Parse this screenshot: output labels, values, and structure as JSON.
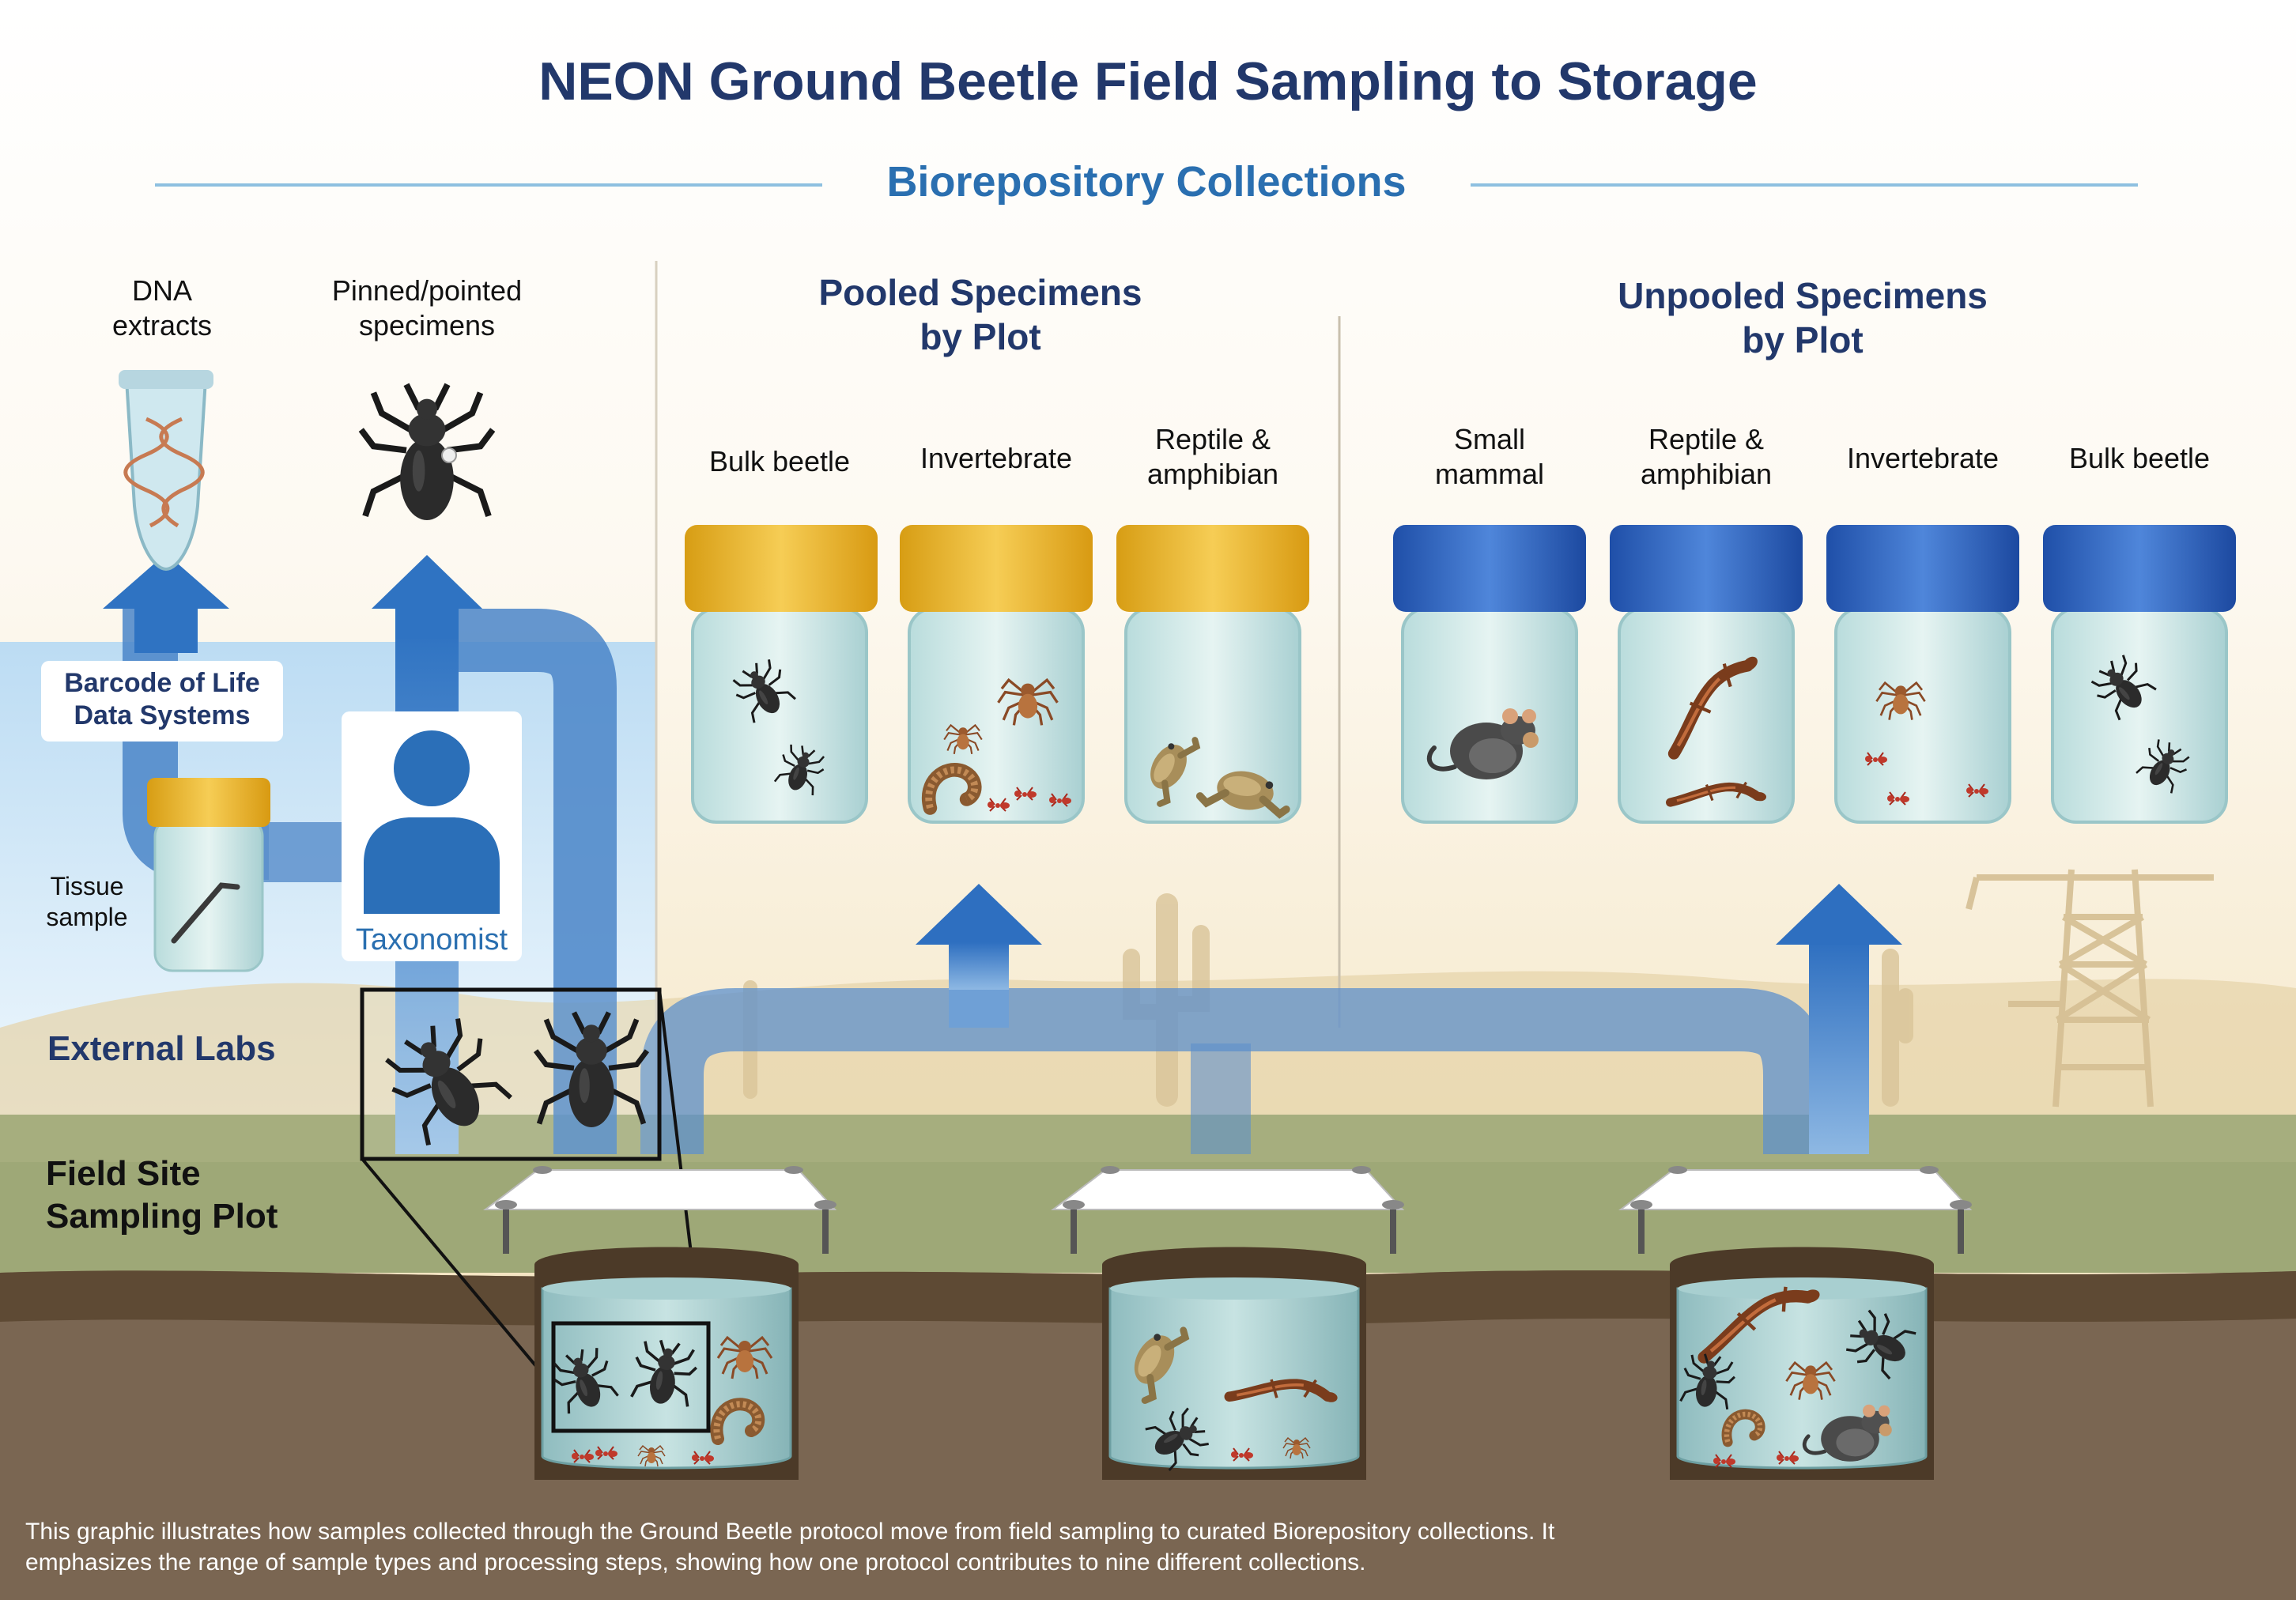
{
  "title": "NEON Ground Beetle Field Sampling to Storage",
  "subtitle": "Biorepository Collections",
  "sections": {
    "pooled": "Pooled Specimens\nby Plot",
    "unpooled": "Unpooled Specimens\nby Plot",
    "external_labs": "External Labs",
    "field_site": "Field Site\nSampling Plot"
  },
  "external": {
    "dna": "DNA\nextracts",
    "pinned": "Pinned/pointed\nspecimens",
    "bold": "Barcode of Life\nData Systems",
    "tissue": "Tissue\nsample",
    "taxonomist": "Taxonomist"
  },
  "pooled_jars": [
    "Bulk beetle",
    "Invertebrate",
    "Reptile &\namphibian"
  ],
  "unpooled_jars": [
    "Small\nmammal",
    "Reptile &\namphibian",
    "Invertebrate",
    "Bulk beetle"
  ],
  "caption": "This graphic illustrates how samples collected through the Ground Beetle protocol move from field sampling to curated Biorepository collections. It\nemphasizes the range of sample types and processing steps, showing how one protocol contributes to nine different collections.",
  "colors": {
    "title": "#22386b",
    "subtitle": "#2a6fb0",
    "pooled_lid": "#e8b327",
    "unpooled_lid": "#2f68c4",
    "flow_arrow": "#3d7cc4",
    "grass": "#9ea877",
    "soil": "#7a6652"
  },
  "icons": [
    "beetle-icon",
    "spider-icon",
    "ant-icon",
    "millipede-icon",
    "frog-icon",
    "salamander-icon",
    "mouse-icon",
    "person-icon",
    "dna-icon",
    "tissue-icon",
    "cactus-icon",
    "tower-icon"
  ]
}
